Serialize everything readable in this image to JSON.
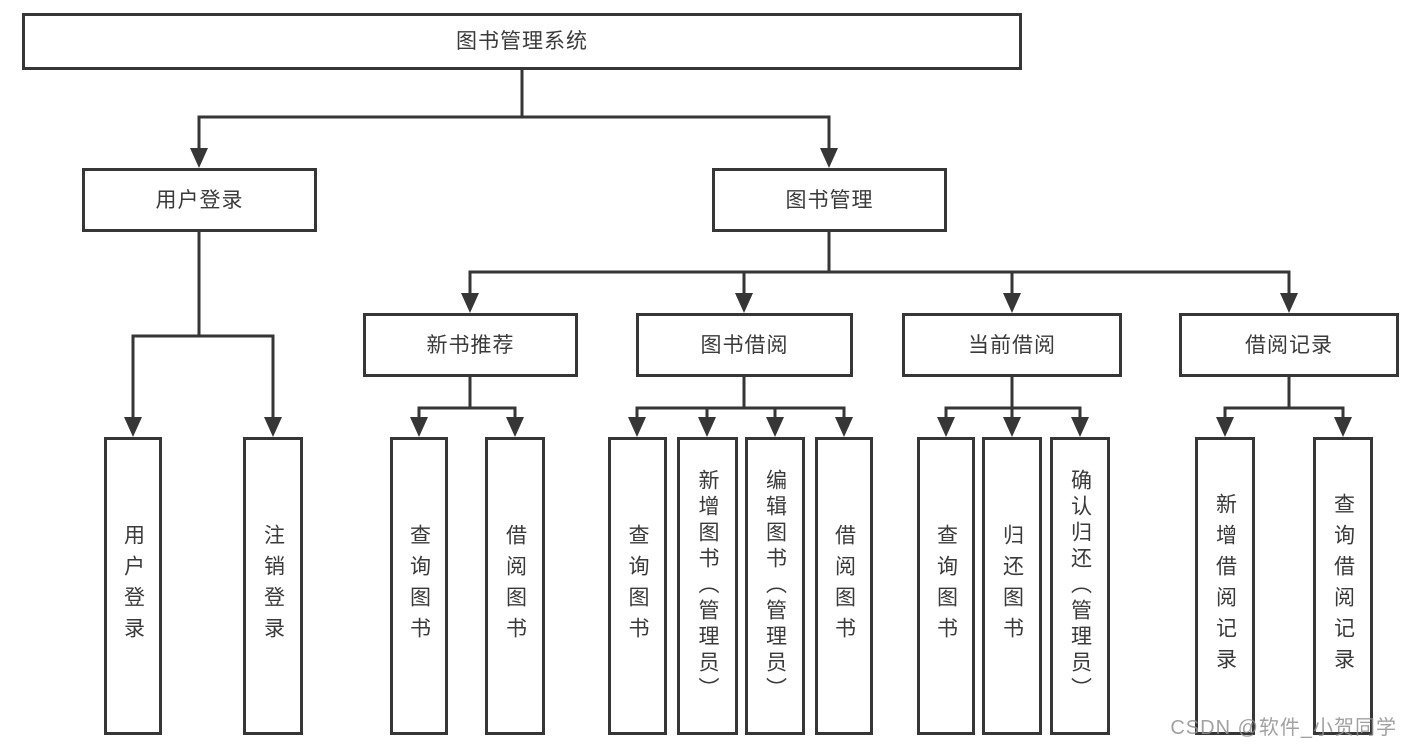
{
  "colors": {
    "background": "#ffffff",
    "line": "#363636",
    "box_border": "#363636",
    "text": "#3a3a3a",
    "watermark": "#919191"
  },
  "watermark": {
    "text": "CSDN @软件_小贺同学"
  },
  "nodes": {
    "root": "图书管理系统",
    "user_login": "用户登录",
    "book_mgmt": "图书管理",
    "new_book_rec": "新书推荐",
    "book_borrow": "图书借阅",
    "current_borrow": "当前借阅",
    "borrow_records": "借阅记录",
    "leaf_user_login": "用户登录",
    "leaf_logout": "注销登录",
    "leaf_query_book_1": "查询图书",
    "leaf_borrow_book_1": "借阅图书",
    "leaf_query_book_2": "查询图书",
    "leaf_add_book": "新增图书（管理员）",
    "leaf_edit_book": "编辑图书（管理员）",
    "leaf_borrow_book_2": "借阅图书",
    "leaf_query_book_3": "查询图书",
    "leaf_return_book": "归还图书",
    "leaf_confirm_return": "确认归还（管理员）",
    "leaf_add_record": "新增借阅记录",
    "leaf_query_record": "查询借阅记录"
  },
  "edges": [
    [
      "图书管理系统",
      "用户登录"
    ],
    [
      "图书管理系统",
      "图书管理"
    ],
    [
      "用户登录",
      "用户登录"
    ],
    [
      "用户登录",
      "注销登录"
    ],
    [
      "图书管理",
      "新书推荐"
    ],
    [
      "图书管理",
      "图书借阅"
    ],
    [
      "图书管理",
      "当前借阅"
    ],
    [
      "图书管理",
      "借阅记录"
    ],
    [
      "新书推荐",
      "查询图书"
    ],
    [
      "新书推荐",
      "借阅图书"
    ],
    [
      "图书借阅",
      "查询图书"
    ],
    [
      "图书借阅",
      "新增图书（管理员）"
    ],
    [
      "图书借阅",
      "编辑图书（管理员）"
    ],
    [
      "图书借阅",
      "借阅图书"
    ],
    [
      "当前借阅",
      "查询图书"
    ],
    [
      "当前借阅",
      "归还图书"
    ],
    [
      "当前借阅",
      "确认归还（管理员）"
    ],
    [
      "借阅记录",
      "新增借阅记录"
    ],
    [
      "借阅记录",
      "查询借阅记录"
    ]
  ]
}
